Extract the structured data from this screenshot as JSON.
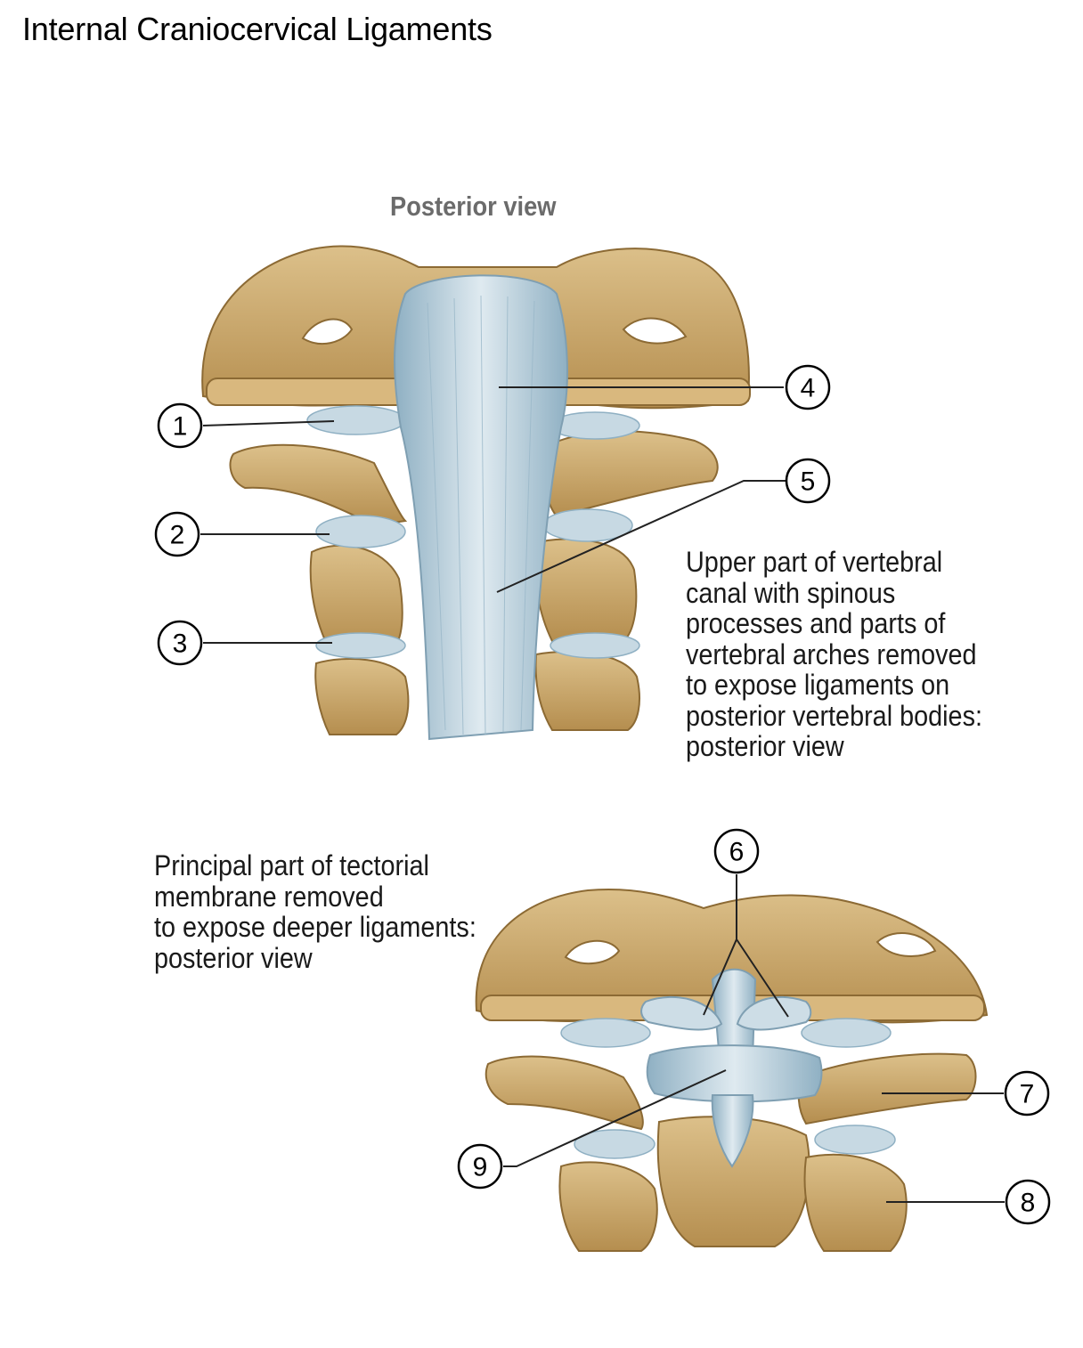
{
  "page": {
    "title": "Internal Craniocervical Ligaments"
  },
  "top_figure": {
    "heading": "Posterior view",
    "caption": "Upper part of vertebral\ncanal with spinous\nprocesses and parts of\nvertebral arches removed\nto expose ligaments on\nposterior vertebral bodies:\nposterior view",
    "callouts": [
      "1",
      "2",
      "3",
      "4",
      "5"
    ]
  },
  "bottom_figure": {
    "caption": "Principal part of tectorial\nmembrane removed\nto expose deeper ligaments:\nposterior view",
    "callouts": [
      "6",
      "7",
      "8",
      "9"
    ]
  },
  "colors": {
    "bone": "#c9a463",
    "bone_light": "#dcc08a",
    "bone_dark": "#8c6a34",
    "ligament": "#b9cfdc",
    "ligament_light": "#dfeaf0",
    "ligament_dark": "#8fb0c3"
  }
}
